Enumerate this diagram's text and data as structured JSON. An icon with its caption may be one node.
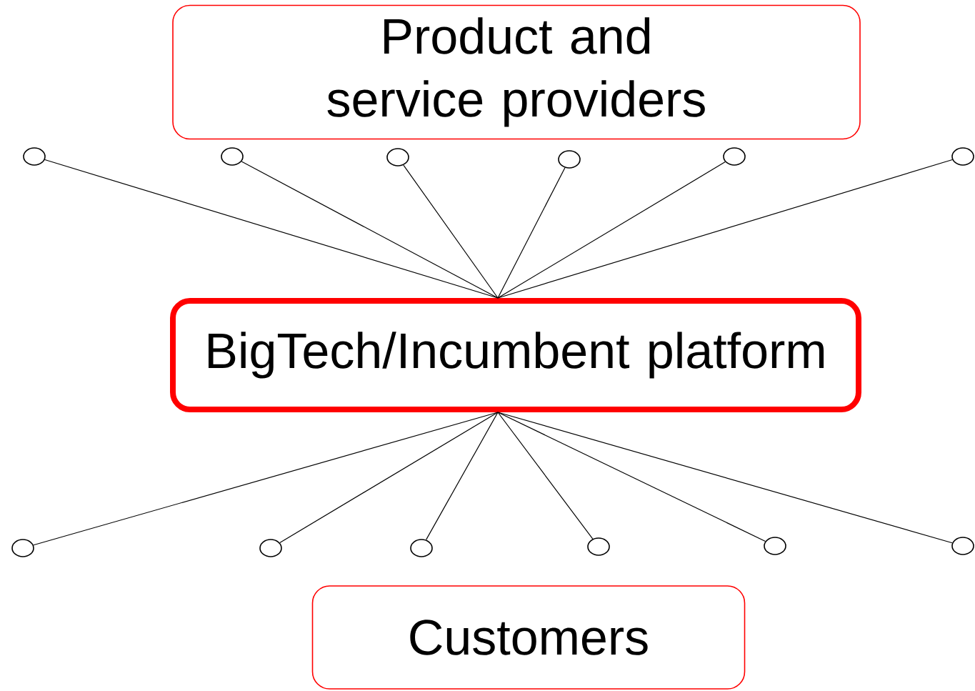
{
  "diagram": {
    "nodes": [
      {
        "text": [
          "Product and service providers"
        ]
      },
      {
        "text": [
          "BigTech/Incumbent platform"
        ]
      },
      {
        "text": [
          "Customers"
        ]
      },
      {
        "text": [],
        "shape": "circle"
      },
      {
        "text": [],
        "shape": "circle"
      },
      {
        "text": [],
        "shape": "circle"
      },
      {
        "text": [],
        "shape": "circle"
      },
      {
        "text": [],
        "shape": "circle"
      },
      {
        "text": [],
        "shape": "circle"
      },
      {
        "text": [],
        "shape": "circle"
      },
      {
        "text": [],
        "shape": "circle"
      },
      {
        "text": [],
        "shape": "circle"
      },
      {
        "text": [],
        "shape": "circle"
      },
      {
        "text": [],
        "shape": "circle"
      },
      {
        "text": [],
        "shape": "circle"
      }
    ],
    "edges": [
      {
        "from": 1,
        "to": 3,
        "arrow": "none"
      },
      {
        "from": 1,
        "to": 4,
        "arrow": "none"
      },
      {
        "from": 1,
        "to": 5,
        "arrow": "none"
      },
      {
        "from": 1,
        "to": 6,
        "arrow": "none"
      },
      {
        "from": 1,
        "to": 7,
        "arrow": "none"
      },
      {
        "from": 1,
        "to": 8,
        "arrow": "none"
      },
      {
        "from": 1,
        "to": 9,
        "arrow": "none"
      },
      {
        "from": 1,
        "to": 10,
        "arrow": "none"
      },
      {
        "from": 1,
        "to": 11,
        "arrow": "none"
      },
      {
        "from": 1,
        "to": 12,
        "arrow": "none"
      },
      {
        "from": 1,
        "to": 13,
        "arrow": "none"
      },
      {
        "from": 1,
        "to": 14,
        "arrow": "none"
      }
    ]
  }
}
